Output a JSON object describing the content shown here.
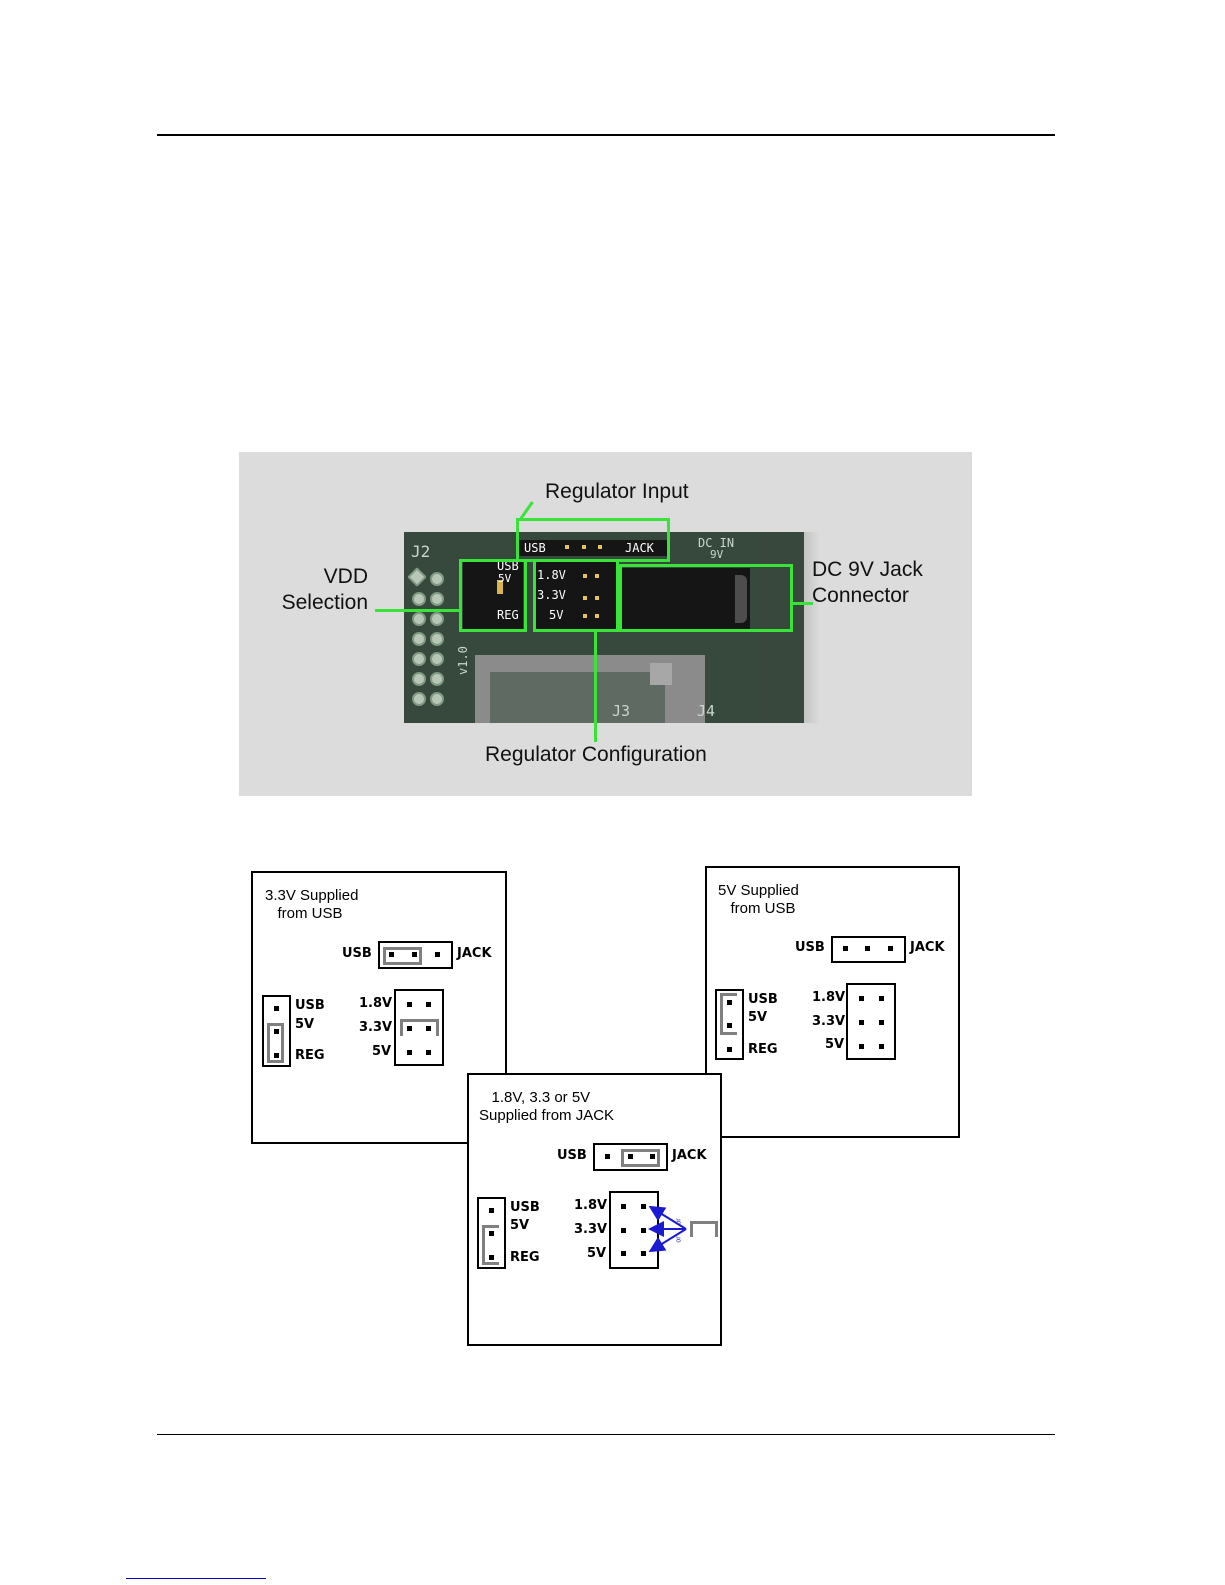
{
  "photo": {
    "callouts": {
      "regulator_input": "Regulator Input",
      "vdd_selection": "VDD\nSelection",
      "dc_jack": "DC 9V Jack\nConnector",
      "regulator_config": "Regulator Configuration"
    },
    "silkscreen": {
      "j2": "J2",
      "j3": "J3",
      "j4": "J4",
      "dc_in": "DC IN",
      "nine_v": "9V",
      "usb": "USB",
      "jack": "JACK",
      "vdd_usb": "USB",
      "vdd_5v": "5V",
      "vdd_reg": "REG",
      "r18": "1.8V",
      "r33": "3.3V",
      "r5": "5V",
      "rev": "v1.0"
    }
  },
  "panels": {
    "usb33": {
      "title": "3.3V Supplied\n   from USB",
      "usb": "USB",
      "jack": "JACK",
      "vdd_usb": "USB",
      "vdd_5v": "5V",
      "vdd_reg": "REG",
      "r18": "1.8V",
      "r33": "3.3V",
      "r5": "5V"
    },
    "usb5": {
      "title": "5V Supplied\n   from USB",
      "usb": "USB",
      "jack": "JACK",
      "vdd_usb": "USB",
      "vdd_5v": "5V",
      "vdd_reg": "REG",
      "r18": "1.8V",
      "r33": "3.3V",
      "r5": "5V"
    },
    "jack": {
      "title": "   1.8V, 3.3 or 5V\nSupplied from JACK",
      "usb": "USB",
      "jack": "JACK",
      "vdd_usb": "USB",
      "vdd_5v": "5V",
      "vdd_reg": "REG",
      "r18": "1.8V",
      "r33": "3.3V",
      "r5": "5V",
      "or1": "or",
      "or2": "or"
    }
  },
  "colors": {
    "callout_green": "#39e339",
    "arrow_blue": "#1a1ad0",
    "jumper_gray": "#808080"
  }
}
